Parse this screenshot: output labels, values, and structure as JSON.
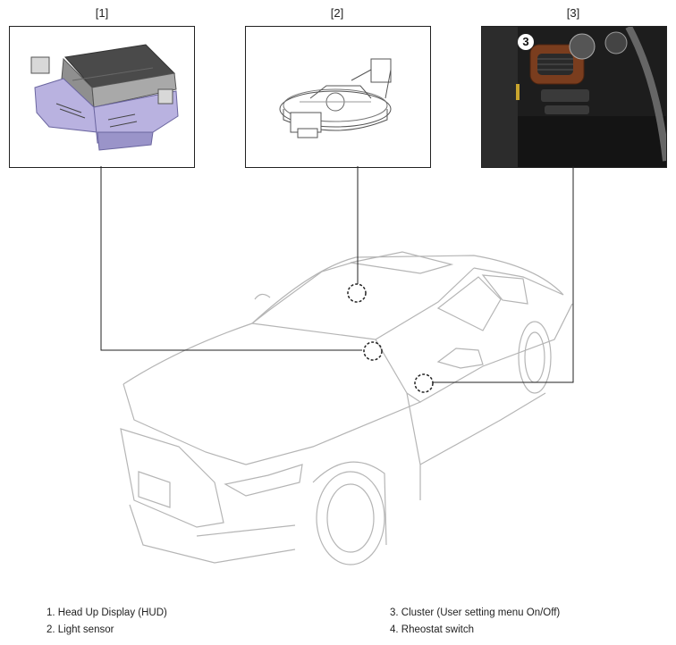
{
  "callouts": [
    "[1]",
    "[2]",
    "[3]"
  ],
  "photo_badge": "3",
  "legend": [
    "1. Head Up Display (HUD)",
    "2. Light sensor",
    "3. Cluster (User setting menu On/Off)",
    "4. Rheostat switch"
  ],
  "colors": {
    "line": "#222222",
    "car_outline": "#b5b5b5",
    "hud_panel": "#b9b2e0",
    "wood_trim": "#7a3d1e"
  }
}
